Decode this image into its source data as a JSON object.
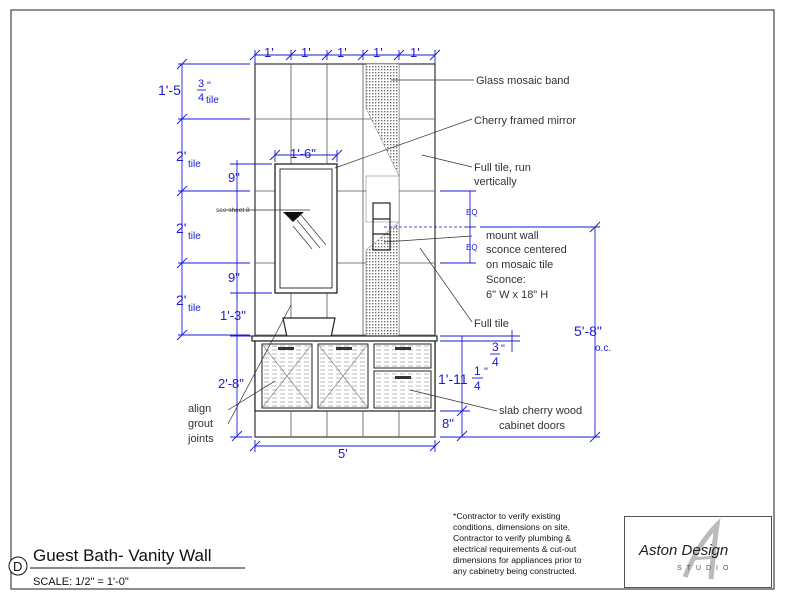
{
  "sheet": {
    "label_letter": "D",
    "title": "Guest Bath- Vanity Wall",
    "scale": "SCALE: 1/2\" = 1'-0\""
  },
  "top_dims": [
    "1'",
    "1'",
    "1'",
    "1'",
    "1'"
  ],
  "left_dims": {
    "band_whole": "1'-5",
    "band_num": "3",
    "band_den": "4",
    "band_unit": "\"",
    "band_suffix": "tile",
    "tile1": "2'",
    "tile1_suffix": "tile",
    "tile2": "2'",
    "tile2_suffix": "tile",
    "tile3": "2'",
    "tile3_suffix": "tile",
    "mirror_top": "9\"",
    "mirror_bottom": "9\"",
    "to_counter": "1'-3\"",
    "vanity_height": "2'-8\""
  },
  "mirror_width": "1'-6\"",
  "bottom_width": "5'",
  "right_dims": {
    "eq_top": "EQ",
    "eq_bottom": "EQ",
    "sconce_height": "5'-8\"",
    "sconce_oc": "o.c.",
    "counter_num": "3",
    "counter_den": "4",
    "counter_unit": "\"",
    "drawer_whole": "1'-11",
    "drawer_num": "1",
    "drawer_den": "4",
    "drawer_unit": "\"",
    "toe_kick": "8\""
  },
  "callouts": {
    "glass_mosaic": "Glass mosaic  band",
    "cherry_mirror": "Cherry framed mirror",
    "full_tile_vertical_1": "Full tile, run",
    "full_tile_vertical_2": "vertically",
    "sconce_1": "mount wall",
    "sconce_2": "sconce centered",
    "sconce_3": "on mosaic tile",
    "sconce_4": "Sconce:",
    "sconce_5": "6\" W x 18\" H",
    "full_tile": "Full tile",
    "slab_doors_1": "slab cherry wood",
    "slab_doors_2": "cabinet doors",
    "align_1": "align",
    "align_2": "grout",
    "align_3": "joints",
    "see_sheet": "see sheet 8"
  },
  "notes": [
    "*Contractor to verify existing",
    "conditions, dimensions on site.",
    "Contractor to verify plumbing &",
    "electrical requirements & cut-out",
    "dimensions for appliances prior to",
    "any cabinetry being constructed."
  ],
  "logo": {
    "text": "Aston Design",
    "sub": "STUDIO"
  },
  "colors": {
    "dimension": "#1a1ad6",
    "linework": "#333333"
  }
}
